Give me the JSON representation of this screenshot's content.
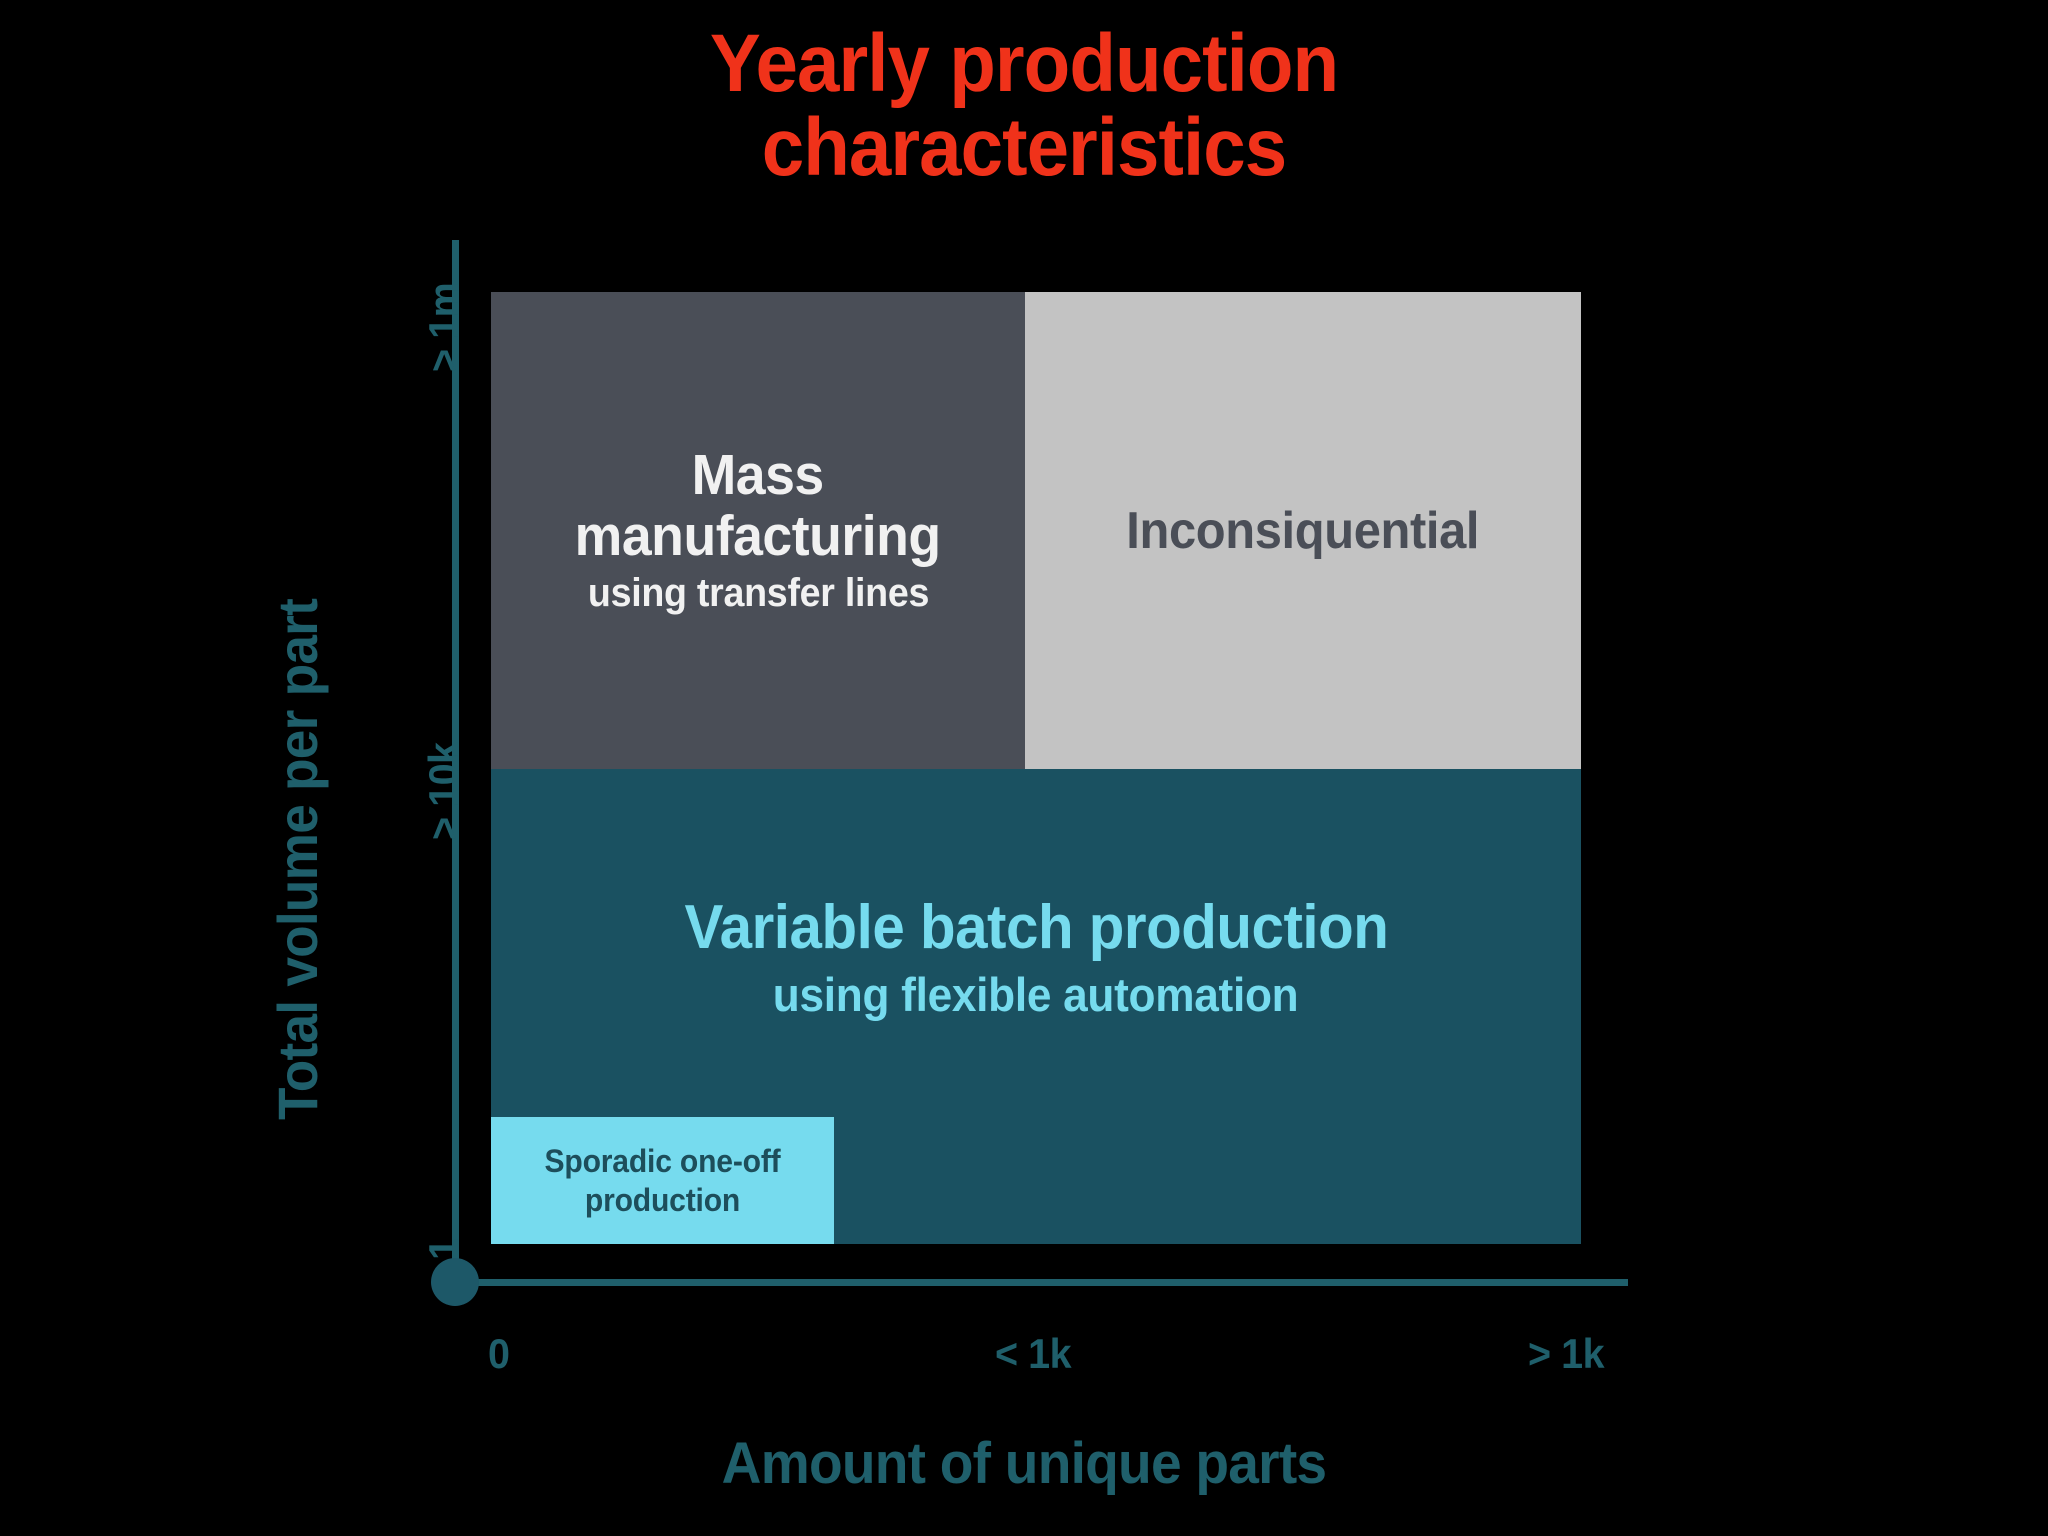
{
  "title": "Yearly production\ncharacteristics",
  "colors": {
    "background": "#000000",
    "title": "#F0321A",
    "axis": "#1F5F6B",
    "mass_box": "#4A4E57",
    "inconsequential_box": "#C3C3C3",
    "batch_box": "#1A5161",
    "sporadic_box": "#76DBEE",
    "light_text": "#F1F1F1",
    "cyan_text": "#76DBEE",
    "dark_teal_text": "#1D4E5B"
  },
  "axes": {
    "y": {
      "title": "Total volume per part",
      "ticks": [
        "> 1m",
        "> 10k",
        "1"
      ]
    },
    "x": {
      "title": "Amount of unique parts",
      "ticks": [
        "0",
        "< 1k",
        "> 1k"
      ]
    }
  },
  "quadrants": {
    "mass": {
      "title": "Mass\nmanufacturing",
      "subtitle": "using transfer lines"
    },
    "inconsequential": {
      "label": "Inconsiquential"
    },
    "batch": {
      "title": "Variable batch production",
      "subtitle": "using flexible automation"
    },
    "sporadic": {
      "label": "Sporadic one-off\nproduction"
    }
  },
  "chart_data": {
    "type": "heatmap",
    "title": "Yearly production characteristics",
    "xlabel": "Amount of unique parts",
    "ylabel": "Total volume per part",
    "x_categories": [
      "0",
      "< 1k",
      "> 1k"
    ],
    "y_categories": [
      "1",
      "> 10k",
      "> 1m"
    ],
    "grid": false,
    "legend": "none",
    "regions": [
      {
        "name": "Mass manufacturing",
        "label": "Mass manufacturing",
        "sublabel": "using transfer lines",
        "x_range": [
          "0",
          "< 1k"
        ],
        "y_range": [
          "> 10k",
          "> 1m"
        ],
        "color": "#4A4E57",
        "text_color": "#F1F1F1"
      },
      {
        "name": "Inconsiquential",
        "label": "Inconsiquential",
        "sublabel": "",
        "x_range": [
          "< 1k",
          "> 1k"
        ],
        "y_range": [
          "> 10k",
          "> 1m"
        ],
        "color": "#C3C3C3",
        "text_color": "#4A4E57"
      },
      {
        "name": "Variable batch production",
        "label": "Variable batch production",
        "sublabel": "using flexible automation",
        "x_range": [
          "0",
          "> 1k"
        ],
        "y_range": [
          "1",
          "> 10k"
        ],
        "color": "#1A5161",
        "text_color": "#76DBEE"
      },
      {
        "name": "Sporadic one-off production",
        "label": "Sporadic one-off production",
        "sublabel": "",
        "x_range": [
          "0",
          "< 1k"
        ],
        "y_range": [
          "1",
          "1"
        ],
        "color": "#76DBEE",
        "text_color": "#1D4E5B"
      }
    ]
  }
}
